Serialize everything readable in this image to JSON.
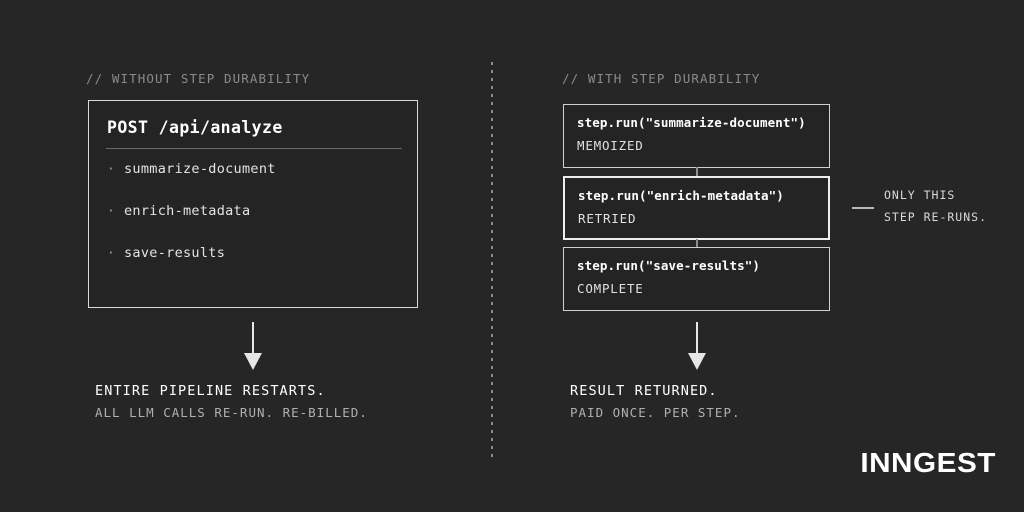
{
  "theme": {
    "background": "#262626",
    "surface": "#242424",
    "border": "#d0d0d0",
    "text_primary": "#ffffff",
    "text_secondary": "#b0b0b0",
    "text_muted": "#8a8a8a",
    "accent": "#ededed"
  },
  "left_panel": {
    "comment": "// WITHOUT STEP DURABILITY",
    "card": {
      "title": "POST /api/analyze",
      "steps": [
        {
          "bullet": "·",
          "label": "summarize-document"
        },
        {
          "bullet": "·",
          "label": "enrich-metadata"
        },
        {
          "bullet": "·",
          "label": "save-results"
        }
      ]
    },
    "arrow": "down-arrow-icon",
    "outcome": {
      "primary": "ENTIRE PIPELINE RESTARTS.",
      "secondary": "ALL LLM CALLS RE-RUN. RE-BILLED."
    }
  },
  "right_panel": {
    "comment": "// WITH STEP DURABILITY",
    "steps": [
      {
        "code": "step.run(\"summarize-document\")",
        "status": "MEMOIZED",
        "highlighted": false
      },
      {
        "code": "step.run(\"enrich-metadata\")",
        "status": "RETRIED",
        "highlighted": true
      },
      {
        "code": "step.run(\"save-results\")",
        "status": "COMPLETE",
        "highlighted": false
      }
    ],
    "callout": {
      "line1": "ONLY THIS",
      "line2": "STEP RE-RUNS."
    },
    "arrow": "down-arrow-icon",
    "outcome": {
      "primary": "RESULT RETURNED.",
      "secondary": "PAID ONCE. PER STEP."
    }
  },
  "brand": {
    "name": "INNGEST"
  }
}
